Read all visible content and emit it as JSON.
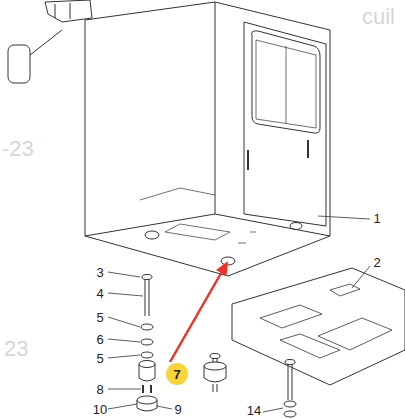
{
  "diagram": {
    "nodes": [
      {
        "text": [
          "7"
        ]
      }
    ],
    "labels": [
      "1",
      "2",
      "3",
      "4",
      "5",
      "6",
      "5",
      "8",
      "9",
      "14",
      "10",
      "cuil",
      "-23",
      "23"
    ]
  }
}
